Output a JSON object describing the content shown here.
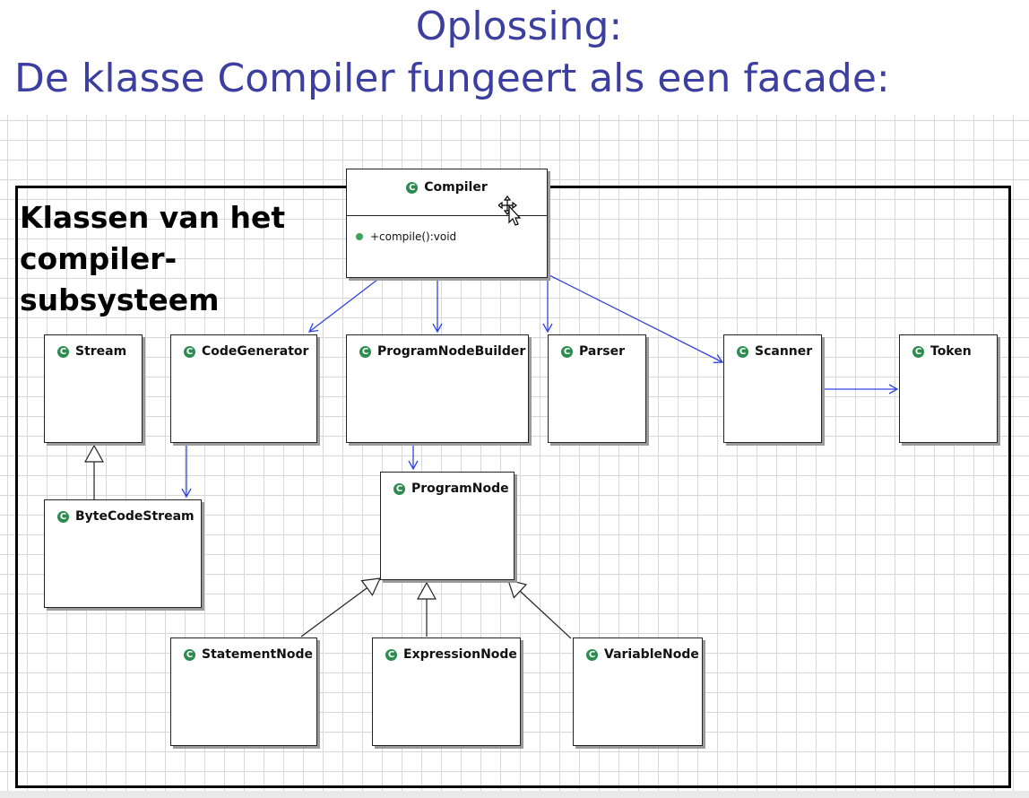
{
  "slide": {
    "title_line1": "Oplossing:",
    "title_line2": "De klasse Compiler fungeert als een facade:",
    "title_color": "#3d3fa0"
  },
  "package": {
    "label": "Klassen van het\ncompiler-\nsubsysteem"
  },
  "classes": {
    "compiler": {
      "name": "Compiler",
      "member": "+compile():void"
    },
    "stream": {
      "name": "Stream"
    },
    "code_generator": {
      "name": "CodeGenerator"
    },
    "program_node_builder": {
      "name": "ProgramNodeBuilder"
    },
    "parser": {
      "name": "Parser"
    },
    "scanner": {
      "name": "Scanner"
    },
    "token": {
      "name": "Token"
    },
    "byte_code_stream": {
      "name": "ByteCodeStream"
    },
    "program_node": {
      "name": "ProgramNode"
    },
    "statement_node": {
      "name": "StatementNode"
    },
    "expression_node": {
      "name": "ExpressionNode"
    },
    "variable_node": {
      "name": "VariableNode"
    }
  },
  "class_icon": {
    "glyph": "C",
    "icon_name": "class-icon",
    "color": "#2e8b4f"
  },
  "colors": {
    "association": "#3344dd",
    "generalization": "#222222"
  }
}
